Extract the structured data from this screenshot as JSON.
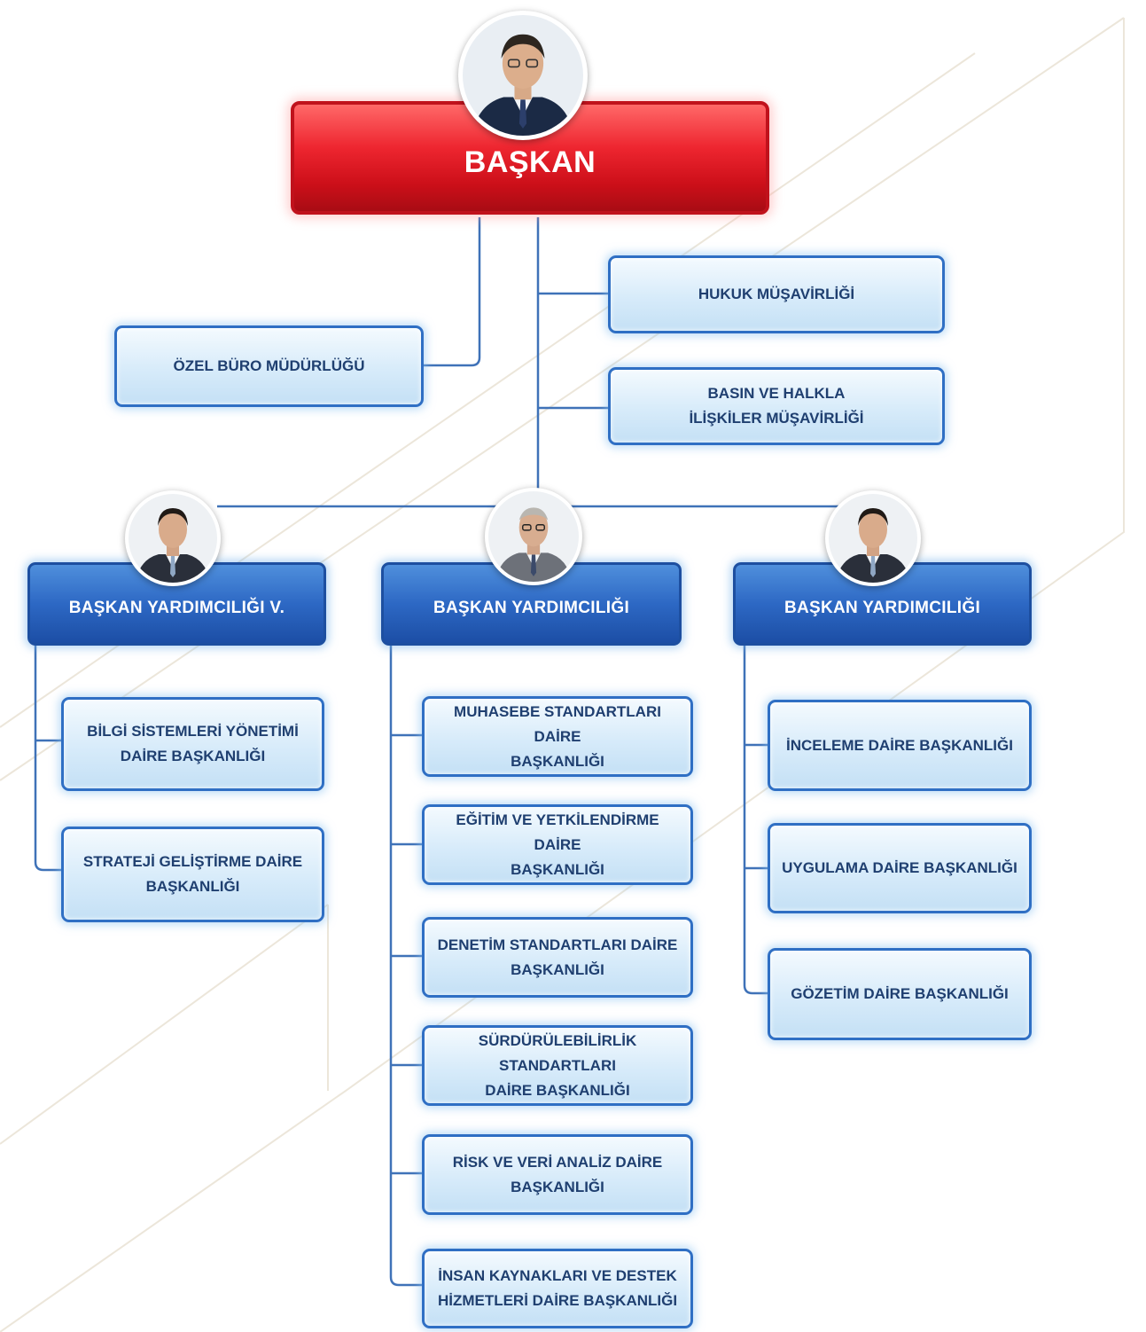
{
  "president": {
    "title": "BAŞKAN"
  },
  "advisors": {
    "ozel_buro": "ÖZEL BÜRO MÜDÜRLÜĞÜ",
    "hukuk": "HUKUK MÜŞAVİRLİĞİ",
    "basin": "BASIN VE HALKLA\nİLİŞKİLER MÜŞAVİRLİĞİ"
  },
  "vice_presidents": [
    {
      "title": "BAŞKAN YARDIMCILIĞI V.",
      "departments": [
        "BİLGİ SİSTEMLERİ YÖNETİMİ\nDAİRE BAŞKANLIĞI",
        "STRATEJİ GELİŞTİRME DAİRE\nBAŞKANLIĞI"
      ]
    },
    {
      "title": "BAŞKAN YARDIMCILIĞI",
      "departments": [
        "MUHASEBE STANDARTLARI DAİRE\nBAŞKANLIĞI",
        "EĞİTİM VE YETKİLENDİRME DAİRE\nBAŞKANLIĞI",
        "DENETİM STANDARTLARI DAİRE\nBAŞKANLIĞI",
        "SÜRDÜRÜLEBİLİRLİK STANDARTLARI\nDAİRE BAŞKANLIĞI",
        "RİSK VE VERİ ANALİZ DAİRE\nBAŞKANLIĞI",
        "İNSAN KAYNAKLARI VE DESTEK\nHİZMETLERİ DAİRE BAŞKANLIĞI"
      ]
    },
    {
      "title": "BAŞKAN YARDIMCILIĞI",
      "departments": [
        "İNCELEME DAİRE BAŞKANLIĞI",
        "UYGULAMA DAİRE BAŞKANLIĞI",
        "GÖZETİM DAİRE BAŞKANLIĞI"
      ]
    }
  ],
  "colors": {
    "connector": "#3f72b8",
    "president_box": "#e3202a",
    "vice_box": "#2d68c4",
    "department_box": "#d7ebfa",
    "text_dark": "#1f3f70"
  }
}
